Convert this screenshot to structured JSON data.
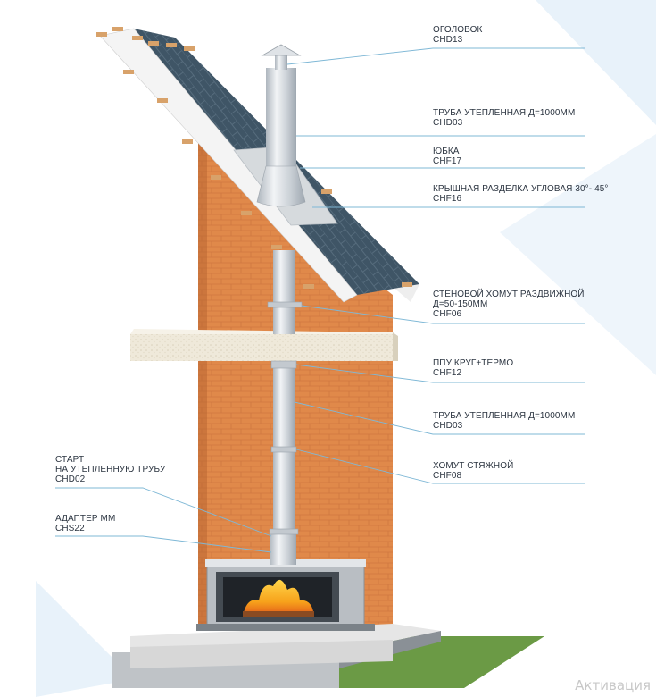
{
  "labels": [
    {
      "id": "cap",
      "lines": [
        "ОГОЛОВОК",
        "CHD13"
      ]
    },
    {
      "id": "pipe-top",
      "lines": [
        "ТРУБА УТЕПЛЕННАЯ Д=1000ММ",
        "CHD03"
      ]
    },
    {
      "id": "skirt",
      "lines": [
        "ЮБКА",
        "CHF17"
      ]
    },
    {
      "id": "roof-penetration",
      "lines": [
        "КРЫШНАЯ РАЗДЕЛКА УГЛОВАЯ 30°- 45°",
        "CHF16"
      ]
    },
    {
      "id": "wall-clamp",
      "lines": [
        "СТЕНОВОЙ ХОМУТ РАЗДВИЖНОЙ",
        "Д=50-150ММ",
        "CHF06"
      ]
    },
    {
      "id": "ppu",
      "lines": [
        "ППУ КРУГ+ТЕРМО",
        "CHF12"
      ]
    },
    {
      "id": "pipe-bottom",
      "lines": [
        "ТРУБА УТЕПЛЕННАЯ Д=1000ММ",
        "CHD03"
      ]
    },
    {
      "id": "tie-clamp",
      "lines": [
        "ХОМУТ СТЯЖНОЙ",
        "CHF08"
      ]
    },
    {
      "id": "start",
      "lines": [
        "СТАРТ",
        "НА УТЕПЛЕННУЮ ТРУБУ",
        "CHD02"
      ]
    },
    {
      "id": "adapter",
      "lines": [
        "АДАПТЕР ММ",
        "CHS22"
      ]
    }
  ],
  "watermark": "Активация",
  "colors": {
    "leader": "#7fb8d6",
    "brick": "#e0894a",
    "brick_dark": "#c8703a",
    "roof": "#3f5566",
    "pipe": "#d6dbe0",
    "slab": "#ece6d6",
    "grass": "#6b9a45",
    "sky_tint": "#e8f2fa",
    "fire": "#f7a21b"
  }
}
